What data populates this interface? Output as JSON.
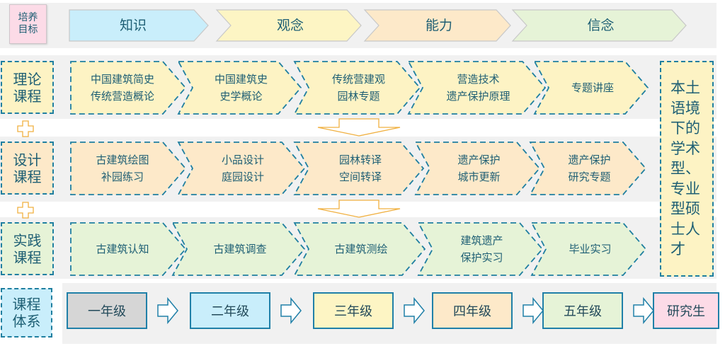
{
  "title_row": {
    "label": "培养\n目标",
    "goals": [
      {
        "label": "知识",
        "color": "#c9eefb"
      },
      {
        "label": "观念",
        "color": "#fdf5c4"
      },
      {
        "label": "能力",
        "color": "#fde9c9"
      },
      {
        "label": "信念",
        "color": "#e6f3d7"
      }
    ]
  },
  "rows": [
    {
      "label": "理论\n课程",
      "color": "#fdf3c4",
      "courses": [
        "中国建筑简史\n传统营造概论",
        "中国建筑史\n史学概论",
        "传统营建观\n园林专题",
        "营造技术\n遗产保护原理",
        "专题讲座"
      ]
    },
    {
      "label": "设计\n课程",
      "color": "#fde9c9",
      "courses": [
        "古建筑绘图\n补园练习",
        "小品设计\n庭园设计",
        "园林转译\n空间转译",
        "遗产保护\n城市更新",
        "遗产保护\n研究专题"
      ]
    },
    {
      "label": "实践\n课程",
      "color": "#e6f3d7",
      "courses": [
        "古建筑认知",
        "古建筑调查",
        "古建筑测绘",
        "建筑遗产\n保护实习",
        "毕业实习"
      ]
    }
  ],
  "outcome": {
    "text": "本土语境下的学术型、专业型硕士人才"
  },
  "curriculum": {
    "label": "课程\n体系",
    "label_color": "#c9eefb",
    "grades": [
      {
        "label": "一年级",
        "color": "#d6d6d6"
      },
      {
        "label": "二年级",
        "color": "#c9eefb"
      },
      {
        "label": "三年级",
        "color": "#fdf5c4"
      },
      {
        "label": "四年级",
        "color": "#fde9c9"
      },
      {
        "label": "五年级",
        "color": "#e6f3d7"
      },
      {
        "label": "研究生",
        "color": "#fcdbe7"
      }
    ]
  },
  "colors": {
    "dash_border": "#1f7fa0",
    "arrow_orange": "#f0b040",
    "grade_arrow": "#2080a8"
  },
  "connectors": {
    "plus_icon": "plus-icon",
    "down_arrow_icon": "down-arrow-icon",
    "right_arrow_icon": "right-arrow-icon"
  }
}
